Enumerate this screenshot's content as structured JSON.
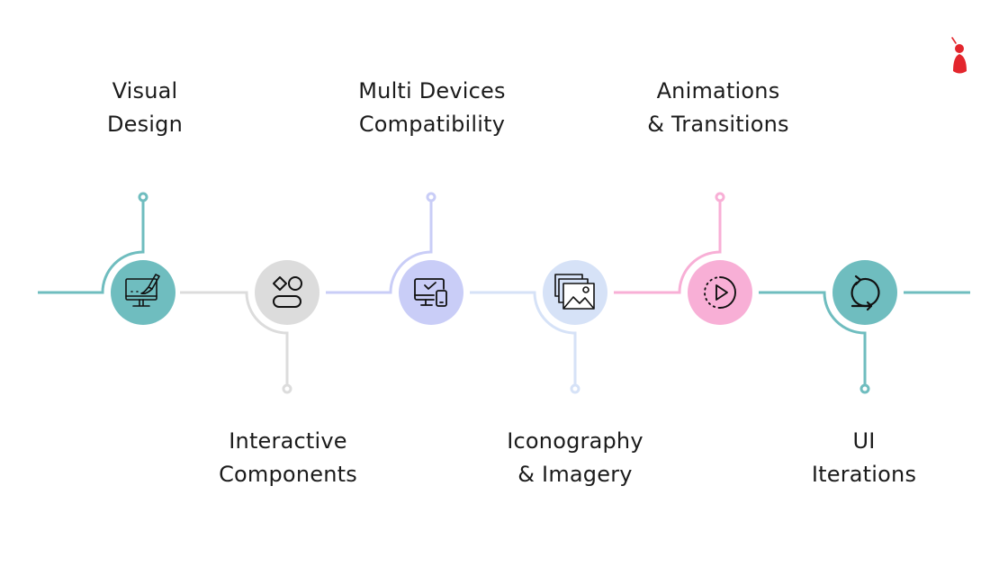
{
  "colors": {
    "teal": "#6fbdbf",
    "gray": "#dcdcdc",
    "lavender": "#c9cdf7",
    "light_blue": "#d6e2f7",
    "pink": "#f8afd6",
    "logo_red": "#e3262d",
    "text": "#1b1b1b"
  },
  "steps": [
    {
      "title_lines": [
        "Visual",
        "Design"
      ],
      "position": "top",
      "icon": "monitor-brush-icon",
      "color": "#6fbdbf"
    },
    {
      "title_lines": [
        "Interactive",
        "Components"
      ],
      "position": "bottom",
      "icon": "shapes-toggle-icon",
      "color": "#dcdcdc"
    },
    {
      "title_lines": [
        "Multi Devices",
        "Compatibility"
      ],
      "position": "top",
      "icon": "monitor-phone-icon",
      "color": "#c9cdf7"
    },
    {
      "title_lines": [
        "Iconography",
        "& Imagery"
      ],
      "position": "bottom",
      "icon": "image-stack-icon",
      "color": "#d6e2f7"
    },
    {
      "title_lines": [
        "Animations",
        "& Transitions"
      ],
      "position": "top",
      "icon": "play-circle-icon",
      "color": "#f8afd6"
    },
    {
      "title_lines": [
        "UI",
        "Iterations"
      ],
      "position": "bottom",
      "icon": "refresh-cycle-icon",
      "color": "#6fbdbf"
    }
  ],
  "logo": {
    "icon": "brand-figure-logo-icon"
  }
}
